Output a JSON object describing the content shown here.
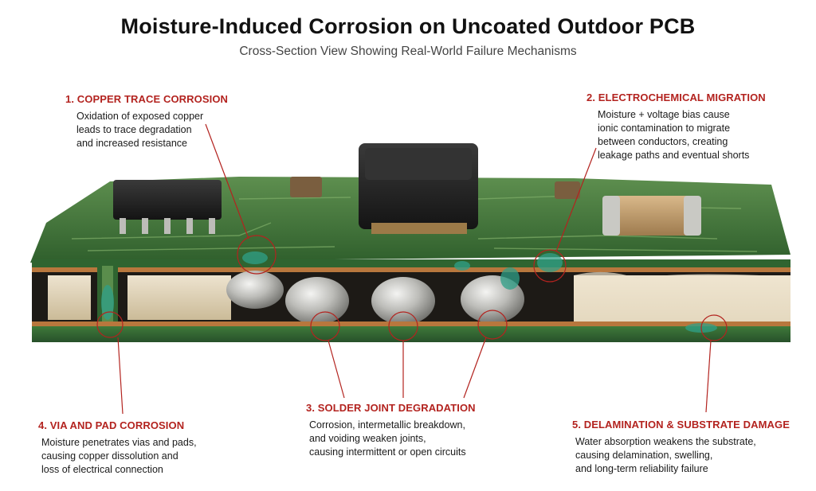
{
  "header": {
    "title": "Moisture-Induced Corrosion on Uncoated Outdoor PCB",
    "subtitle": "Cross-Section View Showing Real-World Failure Mechanisms"
  },
  "callouts": [
    {
      "title": "1. COPPER TRACE CORROSION",
      "lines": [
        "Oxidation of exposed copper",
        "leads to trace degradation",
        "and increased resistance"
      ]
    },
    {
      "title": "2. ELECTROCHEMICAL MIGRATION",
      "lines": [
        "Moisture + voltage bias cause",
        "ionic contamination to migrate",
        "between conductors, creating",
        "leakage paths and eventual shorts"
      ]
    },
    {
      "title": "3. SOLDER JOINT DEGRADATION",
      "lines": [
        "Corrosion, intermetallic breakdown,",
        "and voiding weaken joints,",
        "causing intermittent or open circuits"
      ]
    },
    {
      "title": "4. VIA AND PAD CORROSION",
      "lines": [
        "Moisture penetrates vias and pads,",
        "causing copper dissolution and",
        "loss of electrical connection"
      ]
    },
    {
      "title": "5. DELAMINATION & SUBSTRATE DAMAGE",
      "lines": [
        "Water absorption weakens the substrate,",
        "causing delamination, swelling,",
        "and long-term reliability failure"
      ]
    }
  ],
  "colors": {
    "accent": "#b3231f",
    "board_green": "#2e6a2c",
    "copper": "#b8773d",
    "corrosion": "#2fa088"
  }
}
